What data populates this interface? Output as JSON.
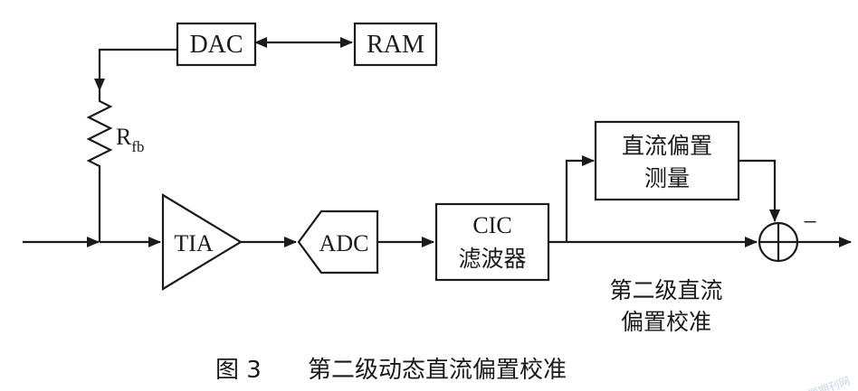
{
  "blocks": {
    "dac": "DAC",
    "ram": "RAM",
    "resistor_r": "R",
    "resistor_sub": "fb",
    "tia": "TIA",
    "adc": "ADC",
    "cic_line1": "CIC",
    "cic_line2": "滤波器",
    "dc_measure_line1": "直流偏置",
    "dc_measure_line2": "测量",
    "minus_sign": "−"
  },
  "annotation": {
    "line1": "第二级直流",
    "line2": "偏置校准"
  },
  "caption": {
    "number": "图 3",
    "title": "第二级动态直流偏置校准"
  },
  "watermark": "龙源期刊网"
}
